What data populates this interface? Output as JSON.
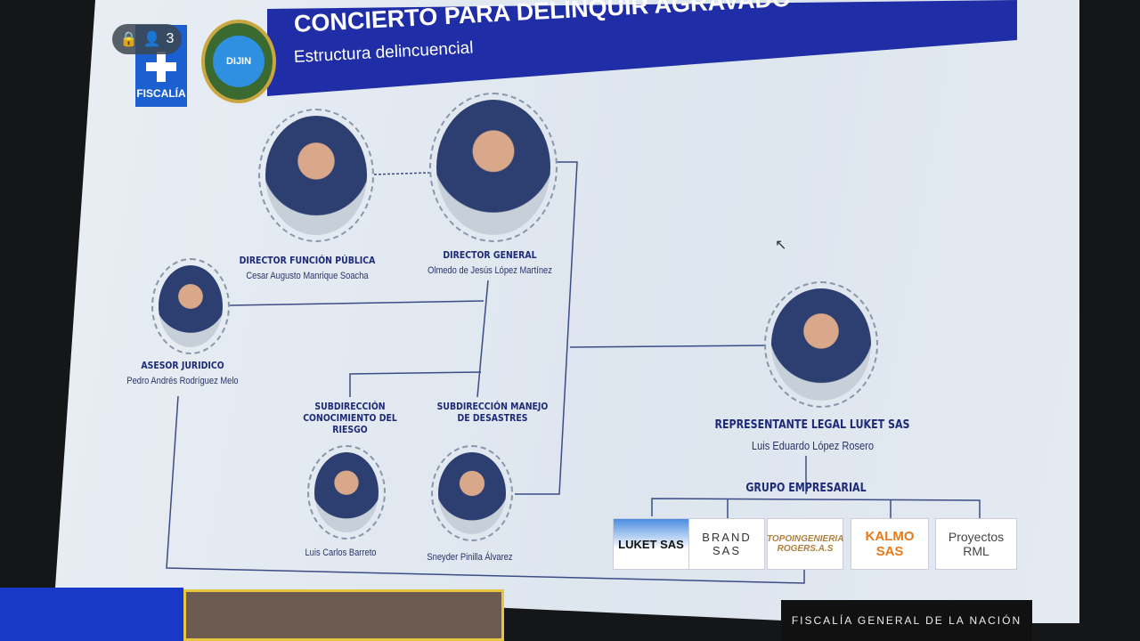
{
  "header": {
    "title": "CONCIERTO PARA DELINQUIR AGRAVADO",
    "subtitle": "Estructura delincuencial",
    "fiscalia_logo": "FISCALÍA",
    "dijin_seal": "DIJIN",
    "participants": "3"
  },
  "nodes": [
    {
      "role": "DIRECTOR FUNCIÓN PÚBLICA",
      "name": "Cesar Augusto Manrique Soacha"
    },
    {
      "role": "DIRECTOR GENERAL",
      "name": "Olmedo de Jesús López Martínez"
    },
    {
      "role": "ASESOR JURIDICO",
      "name": "Pedro Andrés Rodríguez Melo"
    },
    {
      "role": "SUBDIRECCIÓN CONOCIMIENTO DEL RIESGO",
      "name": "Luis Carlos Barreto"
    },
    {
      "role": "SUBDIRECCIÓN MANEJO DE DESASTRES",
      "name": "Sneyder Pinilla Álvarez"
    },
    {
      "role": "REPRESENTANTE LEGAL LUKET SAS",
      "name": "Luis Eduardo López Rosero"
    }
  ],
  "group": {
    "label": "GRUPO EMPRESARIAL",
    "companies": [
      "LUKET SAS",
      "BRAND SAS",
      "TOPOINGENIERIA ROGERS.A.S",
      "KALMO SAS",
      "Proyectos RML"
    ]
  },
  "footer": "FISCALÍA GENERAL DE LA NACIÓN",
  "colors": {
    "banner": "#1f2ea6",
    "text": "#1d2a78",
    "kalmo": "#e87a1c"
  }
}
